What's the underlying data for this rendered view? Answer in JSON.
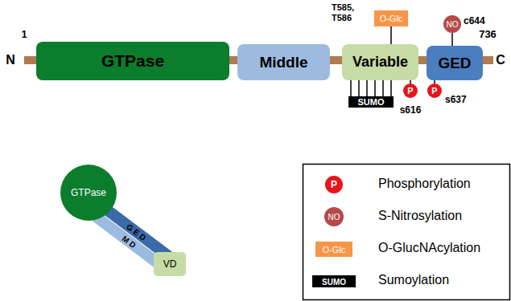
{
  "diagram": {
    "nodes": [
      {
        "text": [
          "GTPase"
        ]
      },
      {
        "text": [
          "Middle"
        ]
      },
      {
        "text": [
          "Variable"
        ]
      },
      {
        "text": [
          "GED"
        ]
      },
      {
        "text": [
          "O-Glc"
        ]
      },
      {
        "text": [
          "NO"
        ]
      },
      {
        "text": [
          "SUMO"
        ]
      },
      {
        "text": [
          "P"
        ]
      },
      {
        "text": [
          "P"
        ]
      },
      {
        "text": [
          "GTPase"
        ]
      },
      {
        "text": [
          "M D"
        ]
      },
      {
        "text": [
          "G E D"
        ]
      },
      {
        "text": [
          "VD"
        ]
      }
    ],
    "edges": [
      {
        "from": 2,
        "to": 4,
        "arrow": "none"
      },
      {
        "from": 3,
        "to": 5,
        "arrow": "none"
      },
      {
        "from": 2,
        "to": 6,
        "arrow": "none"
      },
      {
        "from": 2,
        "to": 7,
        "arrow": "none"
      },
      {
        "from": 3,
        "to": 8,
        "arrow": "none"
      }
    ],
    "labels": [
      "1",
      "736",
      "N",
      "C",
      "T585, T586",
      "c644",
      "s616",
      "s637",
      "P",
      "NO",
      "O-Glc",
      "SUMO"
    ],
    "legend": [
      {
        "text": "Phosphorylation"
      },
      {
        "text": "S-Nitrosylation"
      },
      {
        "text": "O-GlucNAcylation"
      },
      {
        "text": "Sumoylation"
      }
    ]
  }
}
